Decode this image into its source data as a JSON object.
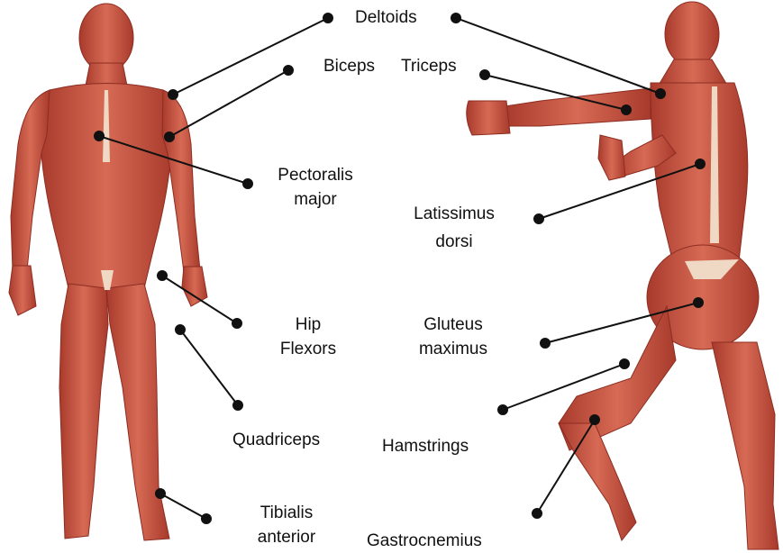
{
  "diagram": {
    "front_figure": "front-body-muscle-figure",
    "back_figure": "back-body-muscle-figure",
    "colors": {
      "muscle": "#c0503e",
      "muscle_light": "#d9735e",
      "tendon": "#efd8c4",
      "pointer": "#111111"
    },
    "labels": {
      "deltoids": "Deltoids",
      "biceps": "Biceps",
      "triceps": "Triceps",
      "pectoralis_1": "Pectoralis",
      "pectoralis_2": "major",
      "latissimus_1": "Latissimus",
      "latissimus_2": "dorsi",
      "hip_1": "Hip",
      "hip_2": "Flexors",
      "gluteus_1": "Gluteus",
      "gluteus_2": "maximus",
      "quadriceps": "Quadriceps",
      "hamstrings": "Hamstrings",
      "tibialis_1": "Tibialis",
      "tibialis_2": "anterior",
      "gastrocnemius": "Gastrocnemius"
    }
  }
}
